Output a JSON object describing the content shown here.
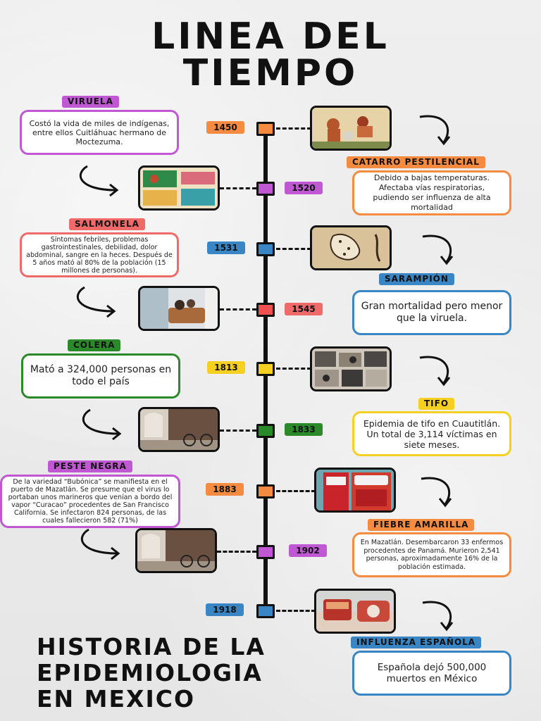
{
  "title": {
    "line1": "LINEA DEL",
    "line2": "TIEMPO"
  },
  "footer_title": {
    "line1": "HISTORIA DE LA",
    "line2": "EPIDEMIOLOGIA",
    "line3": "EN MEXICO"
  },
  "events": [
    {
      "year": "1450",
      "label": "VIRUELA",
      "text": "Costó la vida de miles de indígenas, entre ellos Cuitláhuac hermano de Moctezuma.",
      "color": "#c058d4",
      "year_color": "#f58b40",
      "node_color": "#f58b40"
    },
    {
      "year": "1520",
      "label": "CATARRO PESTILENCIAL",
      "text": "Debido a bajas temperaturas. Afectaba vías respiratorias, pudiendo ser influenza de alta mortalidad",
      "color": "#f58b40",
      "year_color": "#c058d4",
      "node_color": "#c058d4"
    },
    {
      "year": "1531",
      "label": "SALMONELA",
      "text": "Síntomas febriles, problemas gastrointestinales, debilidad, dolor abdominal, sangre en la heces. Después de 5 años mató al 80% de la población (15 millones de personas).",
      "color": "#f06a6a",
      "year_color": "#3a85c4",
      "node_color": "#3a85c4"
    },
    {
      "year": "1545",
      "label": "SARAMPIÓN",
      "text": "Gran mortalidad pero menor que la viruela.",
      "color": "#3a85c4",
      "year_color": "#f06a6a",
      "node_color": "#f05050"
    },
    {
      "year": "1813",
      "label": "COLERA",
      "text": "Mató a 324,000 personas en todo el país",
      "color": "#2a8a2a",
      "year_color": "#f5d020",
      "node_color": "#f5d020"
    },
    {
      "year": "1833",
      "label": "TIFO",
      "text": "Epidemia de tifo en Cuautitlán. Un total de 3,114 víctimas en siete meses.",
      "color": "#f5d020",
      "year_color": "#2a8a2a",
      "node_color": "#2a8a2a"
    },
    {
      "year": "1883",
      "label": "PESTE NEGRA",
      "text": "De la variedad “Bubónica” se manifiesta en el puerto de Mazatlán. Se presume que el virus lo portaban unos marineros que venían a bordo del vapor “Curacao” procedentes de San Francisco California. Se infectaron 824 personas, de las cuales fallecieron 582 (71%)",
      "color": "#c058d4",
      "year_color": "#f58b40",
      "node_color": "#f58b40"
    },
    {
      "year": "1902",
      "label": "FIEBRE AMARILLA",
      "text": "En Mazatlán. Desembarcaron 33 enfermos procedentes de Panamá. Murieron 2,541 personas, aproximadamente 16% de la población estimada.",
      "color": "#f58b40",
      "year_color": "#c058d4",
      "node_color": "#c058d4"
    },
    {
      "year": "1918",
      "label": "INFLUENZA ESPAÑOLA",
      "text": "Española dejó 500,000 muertos en México",
      "color": "#3a85c4",
      "year_color": "#3a85c4",
      "node_color": "#3a85c4"
    }
  ]
}
